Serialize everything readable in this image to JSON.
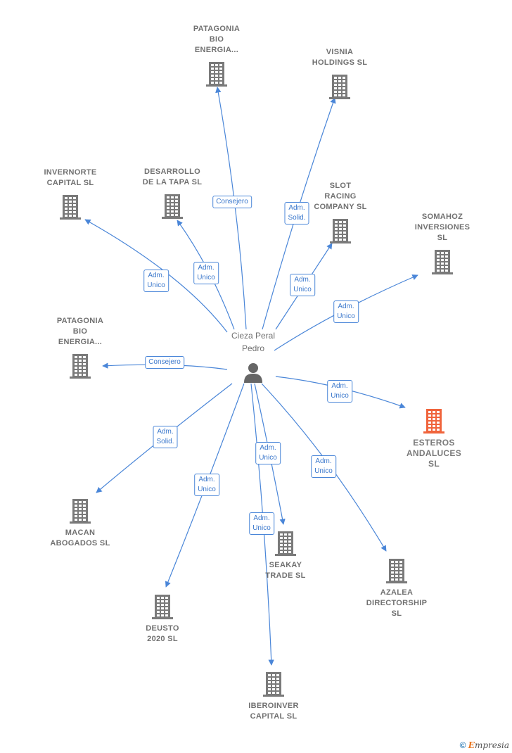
{
  "center": {
    "name": "Cieza Peral\nPedro",
    "icon": "person-icon"
  },
  "nodes": [
    {
      "id": "patagonia1",
      "label": "PATAGONIA\nBIO\nENERGIA...",
      "icon": "building-icon",
      "highlight": false
    },
    {
      "id": "visnia",
      "label": "VISNIA\nHOLDINGS  SL",
      "icon": "building-icon",
      "highlight": false
    },
    {
      "id": "invernorte",
      "label": "INVERNORTE\nCAPITAL  SL",
      "icon": "building-icon",
      "highlight": false
    },
    {
      "id": "desarrollo",
      "label": "DESARROLLO\nDE LA TAPA  SL",
      "icon": "building-icon",
      "highlight": false
    },
    {
      "id": "slot",
      "label": "SLOT\nRACING\nCOMPANY SL",
      "icon": "building-icon",
      "highlight": false
    },
    {
      "id": "somahoz",
      "label": "SOMAHOZ\nINVERSIONES\nSL",
      "icon": "building-icon",
      "highlight": false
    },
    {
      "id": "patagonia2",
      "label": "PATAGONIA\nBIO\nENERGIA...",
      "icon": "building-icon",
      "highlight": false
    },
    {
      "id": "esteros",
      "label": "ESTEROS\nANDALUCES\nSL",
      "icon": "building-icon",
      "highlight": true
    },
    {
      "id": "macan",
      "label": "MACAN\nABOGADOS  SL",
      "icon": "building-icon",
      "highlight": false
    },
    {
      "id": "seakay",
      "label": "SEAKAY\nTRADE  SL",
      "icon": "building-icon",
      "highlight": false
    },
    {
      "id": "azalea",
      "label": "AZALEA\nDIRECTORSHIP\nSL",
      "icon": "building-icon",
      "highlight": false
    },
    {
      "id": "deusto",
      "label": "DEUSTO\n2020  SL",
      "icon": "building-icon",
      "highlight": false
    },
    {
      "id": "iberoinver",
      "label": "IBEROINVER\nCAPITAL  SL",
      "icon": "building-icon",
      "highlight": false
    }
  ],
  "edges": [
    {
      "to": "patagonia1",
      "label": "Consejero"
    },
    {
      "to": "visnia",
      "label": "Adm.\nSolid."
    },
    {
      "to": "invernorte",
      "label": "Adm.\nUnico"
    },
    {
      "to": "desarrollo",
      "label": "Adm.\nUnico"
    },
    {
      "to": "slot",
      "label": "Adm.\nUnico"
    },
    {
      "to": "somahoz",
      "label": "Adm.\nUnico"
    },
    {
      "to": "patagonia2",
      "label": "Consejero"
    },
    {
      "to": "esteros",
      "label": "Adm.\nUnico"
    },
    {
      "to": "macan",
      "label": "Adm.\nSolid."
    },
    {
      "to": "seakay",
      "label": "Adm.\nUnico"
    },
    {
      "to": "azalea",
      "label": "Adm.\nUnico"
    },
    {
      "to": "deusto",
      "label": "Adm.\nUnico"
    },
    {
      "to": "iberoinver",
      "label": "Adm.\nUnico"
    }
  ],
  "colors": {
    "edge": "#4a86d8",
    "building": "#7a7a7a",
    "highlight": "#f0643c",
    "person": "#666666"
  },
  "footer": {
    "copyright": "©",
    "brand_initial": "E",
    "brand_rest": "mpresia"
  }
}
